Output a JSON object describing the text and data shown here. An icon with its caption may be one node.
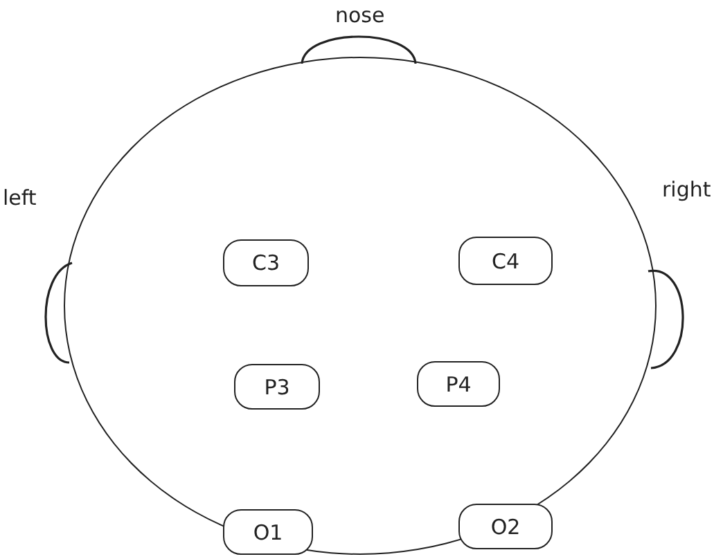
{
  "diagram": {
    "nodes": [
      {
        "text": [],
        "shape": "circle"
      },
      {
        "text": [
          "C3"
        ],
        "in": 0
      },
      {
        "text": [
          "C4"
        ],
        "in": 0
      },
      {
        "text": [
          "P3"
        ],
        "in": 0
      },
      {
        "text": [
          "P4"
        ],
        "in": 0
      },
      {
        "text": [
          "O1"
        ],
        "in": 0
      },
      {
        "text": [
          "O2"
        ],
        "in": 0
      }
    ],
    "labels": [
      "nose",
      "left",
      "right"
    ]
  }
}
